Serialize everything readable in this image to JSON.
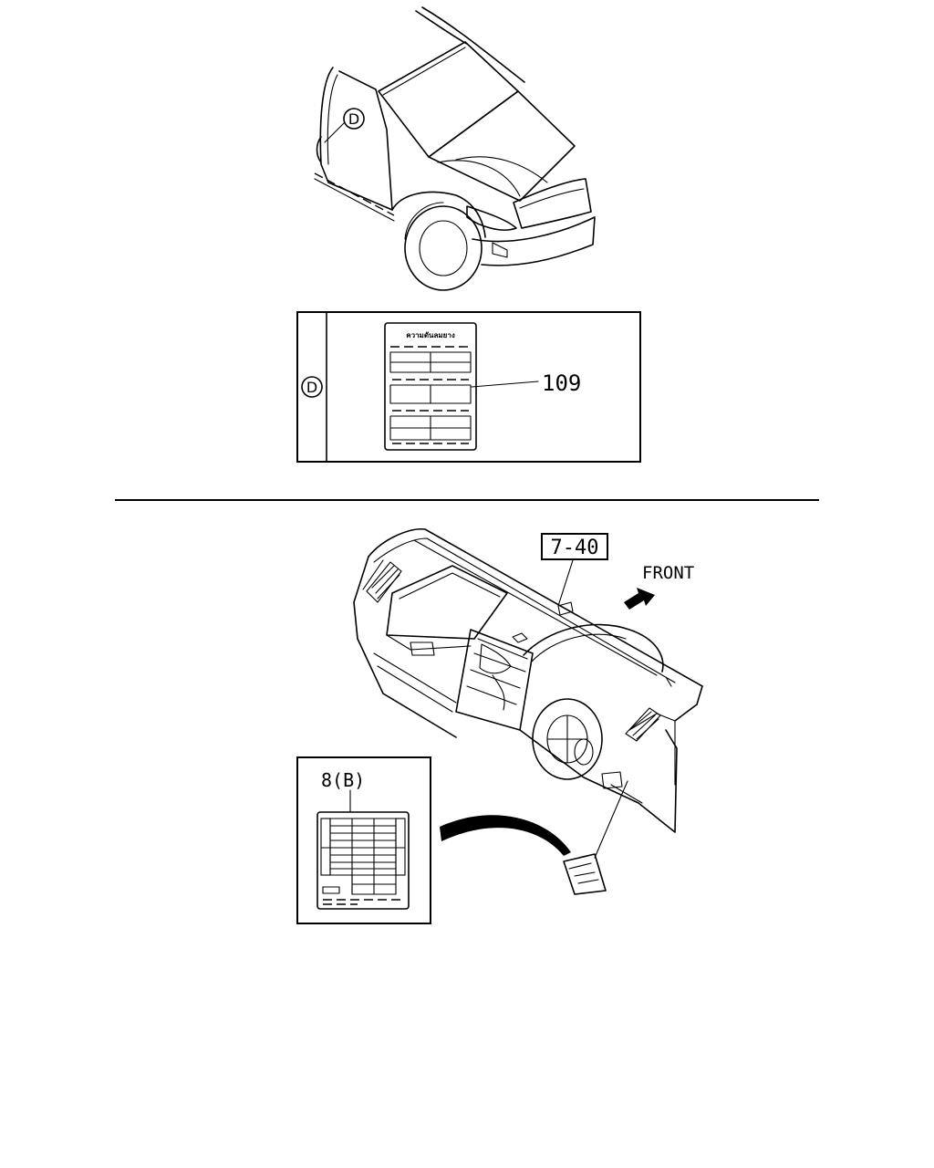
{
  "callouts": {
    "detail_marker": "D",
    "label_part_number": "109",
    "label_heading": "ความดันลมยาง",
    "dashboard_reference": "7-40",
    "direction_label": "FRONT",
    "fuse_label_callout": "8(B)"
  }
}
